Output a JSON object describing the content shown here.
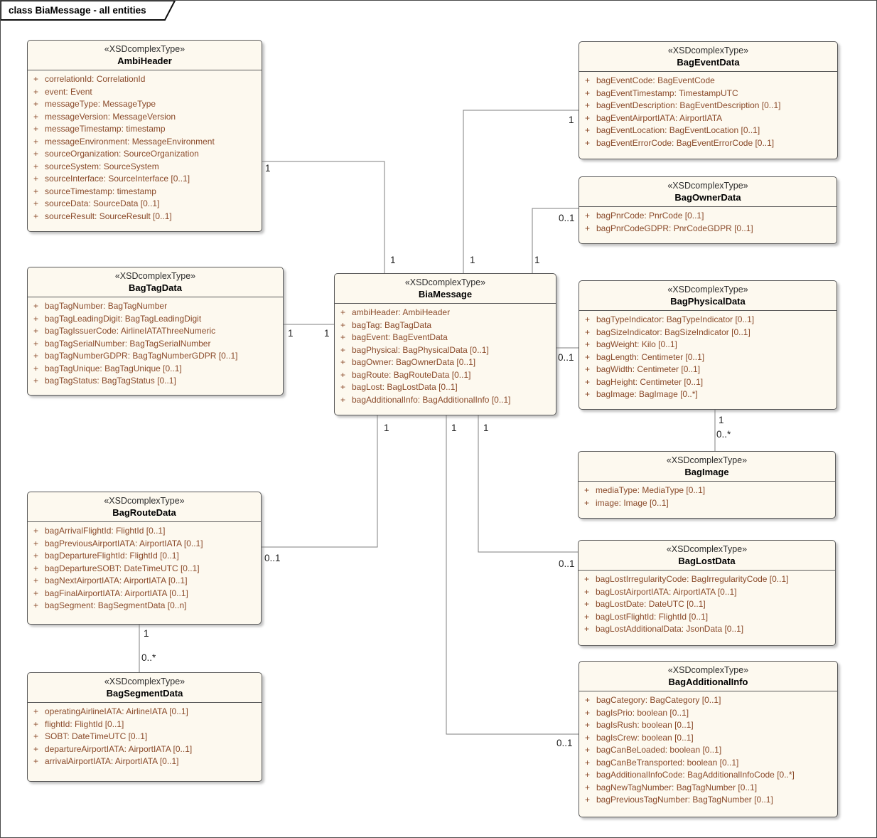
{
  "frame": {
    "title": "class BiaMessage - all entities"
  },
  "visibility_marker": "+",
  "colors": {
    "attribute_text": "#8a4a2a",
    "box_fill": "#fdf9ef",
    "box_border": "#595959",
    "connector": "#7f7f7f",
    "label_text": "#1f1f1f"
  },
  "classes": [
    {
      "stereotype": "«XSDcomplexType»",
      "name": "AmbiHeader",
      "attributes": [
        "correlationId: CorrelationId",
        "event: Event",
        "messageType: MessageType",
        "messageVersion: MessageVersion",
        "messageTimestamp: timestamp",
        "messageEnvironment: MessageEnvironment",
        "sourceOrganization: SourceOrganization",
        "sourceSystem: SourceSystem",
        "sourceInterface: SourceInterface [0..1]",
        "sourceTimestamp: timestamp",
        "sourceData: SourceData [0..1]",
        "sourceResult: SourceResult [0..1]"
      ]
    },
    {
      "stereotype": "«XSDcomplexType»",
      "name": "BagEventData",
      "attributes": [
        "bagEventCode: BagEventCode",
        "bagEventTimestamp: TimestampUTC",
        "bagEventDescription: BagEventDescription [0..1]",
        "bagEventAirportIATA: AirportIATA",
        "bagEventLocation: BagEventLocation [0..1]",
        "bagEventErrorCode: BagEventErrorCode [0..1]"
      ]
    },
    {
      "stereotype": "«XSDcomplexType»",
      "name": "BagOwnerData",
      "attributes": [
        "bagPnrCode: PnrCode [0..1]",
        "bagPnrCodeGDPR: PnrCodeGDPR [0..1]"
      ]
    },
    {
      "stereotype": "«XSDcomplexType»",
      "name": "BagTagData",
      "attributes": [
        "bagTagNumber: BagTagNumber",
        "bagTagLeadingDigit: BagTagLeadingDigit",
        "bagTagIssuerCode: AirlineIATAThreeNumeric",
        "bagTagSerialNumber: BagTagSerialNumber",
        "bagTagNumberGDPR: BagTagNumberGDPR [0..1]",
        "bagTagUnique: BagTagUnique [0..1]",
        "bagTagStatus: BagTagStatus [0..1]"
      ]
    },
    {
      "stereotype": "«XSDcomplexType»",
      "name": "BiaMessage",
      "attributes": [
        "ambiHeader: AmbiHeader",
        "bagTag: BagTagData",
        "bagEvent: BagEventData",
        "bagPhysical: BagPhysicalData [0..1]",
        "bagOwner: BagOwnerData [0..1]",
        "bagRoute: BagRouteData [0..1]",
        "bagLost: BagLostData [0..1]",
        "bagAdditionalInfo: BagAdditionalInfo [0..1]"
      ]
    },
    {
      "stereotype": "«XSDcomplexType»",
      "name": "BagPhysicalData",
      "attributes": [
        "bagTypeIndicator: BagTypeIndicator [0..1]",
        "bagSizeIndicator: BagSizeIndicator [0..1]",
        "bagWeight: Kilo [0..1]",
        "bagLength: Centimeter [0..1]",
        "bagWidth: Centimeter [0..1]",
        "bagHeight: Centimeter [0..1]",
        "bagImage: BagImage [0..*]"
      ]
    },
    {
      "stereotype": "«XSDcomplexType»",
      "name": "BagImage",
      "attributes": [
        "mediaType: MediaType [0..1]",
        "image: Image [0..1]"
      ]
    },
    {
      "stereotype": "«XSDcomplexType»",
      "name": "BagRouteData",
      "attributes": [
        "bagArrivalFlightId: FlightId [0..1]",
        "bagPreviousAirportIATA: AirportIATA [0..1]",
        "bagDepartureFlightId: FlightId [0..1]",
        "bagDepartureSOBT: DateTimeUTC [0..1]",
        "bagNextAirportIATA: AirportIATA [0..1]",
        "bagFinalAirportIATA: AirportIATA [0..1]",
        "bagSegment: BagSegmentData [0..n]"
      ]
    },
    {
      "stereotype": "«XSDcomplexType»",
      "name": "BagLostData",
      "attributes": [
        "bagLostIrregularityCode: BagIrregularityCode [0..1]",
        "bagLostAirportIATA: AirportIATA [0..1]",
        "bagLostDate: DateUTC [0..1]",
        "bagLostFlightId: FlightId [0..1]",
        "bagLostAdditionalData: JsonData [0..1]"
      ]
    },
    {
      "stereotype": "«XSDcomplexType»",
      "name": "BagSegmentData",
      "attributes": [
        "operatingAirlineIATA: AirlineIATA [0..1]",
        "flightId: FlightId [0..1]",
        "SOBT: DateTimeUTC [0..1]",
        "departureAirportIATA: AirportIATA [0..1]",
        "arrivalAirportIATA: AirportIATA [0..1]"
      ]
    },
    {
      "stereotype": "«XSDcomplexType»",
      "name": "BagAdditionalInfo",
      "attributes": [
        "bagCategory: BagCategory [0..1]",
        "bagIsPrio: boolean [0..1]",
        "bagIsRush: boolean [0..1]",
        "bagIsCrew: boolean [0..1]",
        "bagCanBeLoaded: boolean [0..1]",
        "bagCanBeTransported: boolean [0..1]",
        "bagAdditionalInfoCode: BagAdditionalInfoCode [0..*]",
        "bagNewTagNumber: BagTagNumber [0..1]",
        "bagPreviousTagNumber: BagTagNumber [0..1]"
      ]
    }
  ],
  "connectors": [
    {
      "from": "AmbiHeader",
      "to": "BiaMessage",
      "from_label": "1",
      "to_label": "1"
    },
    {
      "from": "BagEventData",
      "to": "BiaMessage",
      "from_label": "1",
      "to_label": "1"
    },
    {
      "from": "BagOwnerData",
      "to": "BiaMessage",
      "from_label": "0..1",
      "to_label": "1"
    },
    {
      "from": "BagTagData",
      "to": "BiaMessage",
      "from_label": "1",
      "to_label": "1"
    },
    {
      "from": "BiaMessage",
      "to": "BagPhysicalData",
      "from_label": "",
      "to_label": "0..1"
    },
    {
      "from": "BagPhysicalData",
      "to": "BagImage",
      "from_label": "1",
      "to_label": "0..*"
    },
    {
      "from": "BiaMessage",
      "to": "BagRouteData",
      "from_label": "1",
      "to_label": "0..1"
    },
    {
      "from": "BiaMessage",
      "to": "BagLostData",
      "from_label": "1",
      "to_label": "0..1"
    },
    {
      "from": "BiaMessage",
      "to": "BagAdditionalInfo",
      "from_label": "1",
      "to_label": "0..1"
    },
    {
      "from": "BagRouteData",
      "to": "BagSegmentData",
      "from_label": "1",
      "to_label": "0..*"
    }
  ]
}
